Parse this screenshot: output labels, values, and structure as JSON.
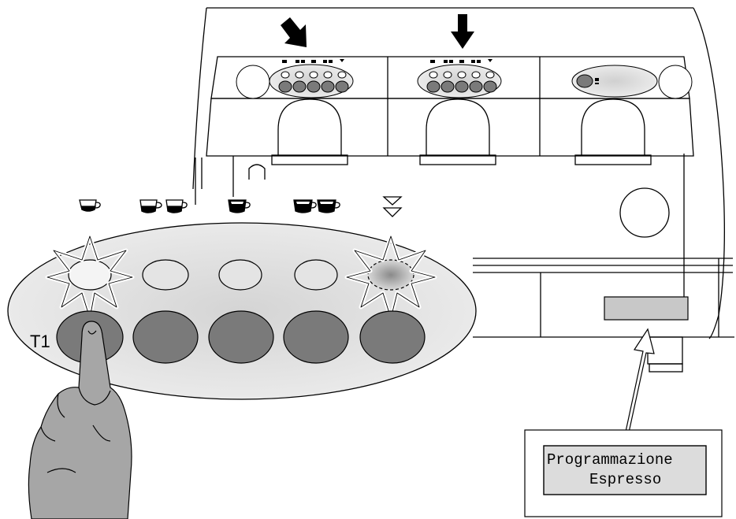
{
  "panel": {
    "button_label": "T1"
  },
  "display": {
    "line1": "Programmazione",
    "line2": "Espresso"
  },
  "icons": {
    "dose_1": "one-short-coffee-icon",
    "dose_2": "two-short-coffees-icon",
    "dose_3": "one-long-coffee-icon",
    "dose_4": "two-long-coffees-icon",
    "dose_5": "continuous-dispense-icon"
  },
  "colors": {
    "button_dark": "#7a7a7a",
    "button_light": "#e4e4e4",
    "panel_fill": "#e8e8e8",
    "display_fill": "#dcdcdc",
    "hand_fill": "#a6a6a6",
    "outline": "#000000"
  }
}
